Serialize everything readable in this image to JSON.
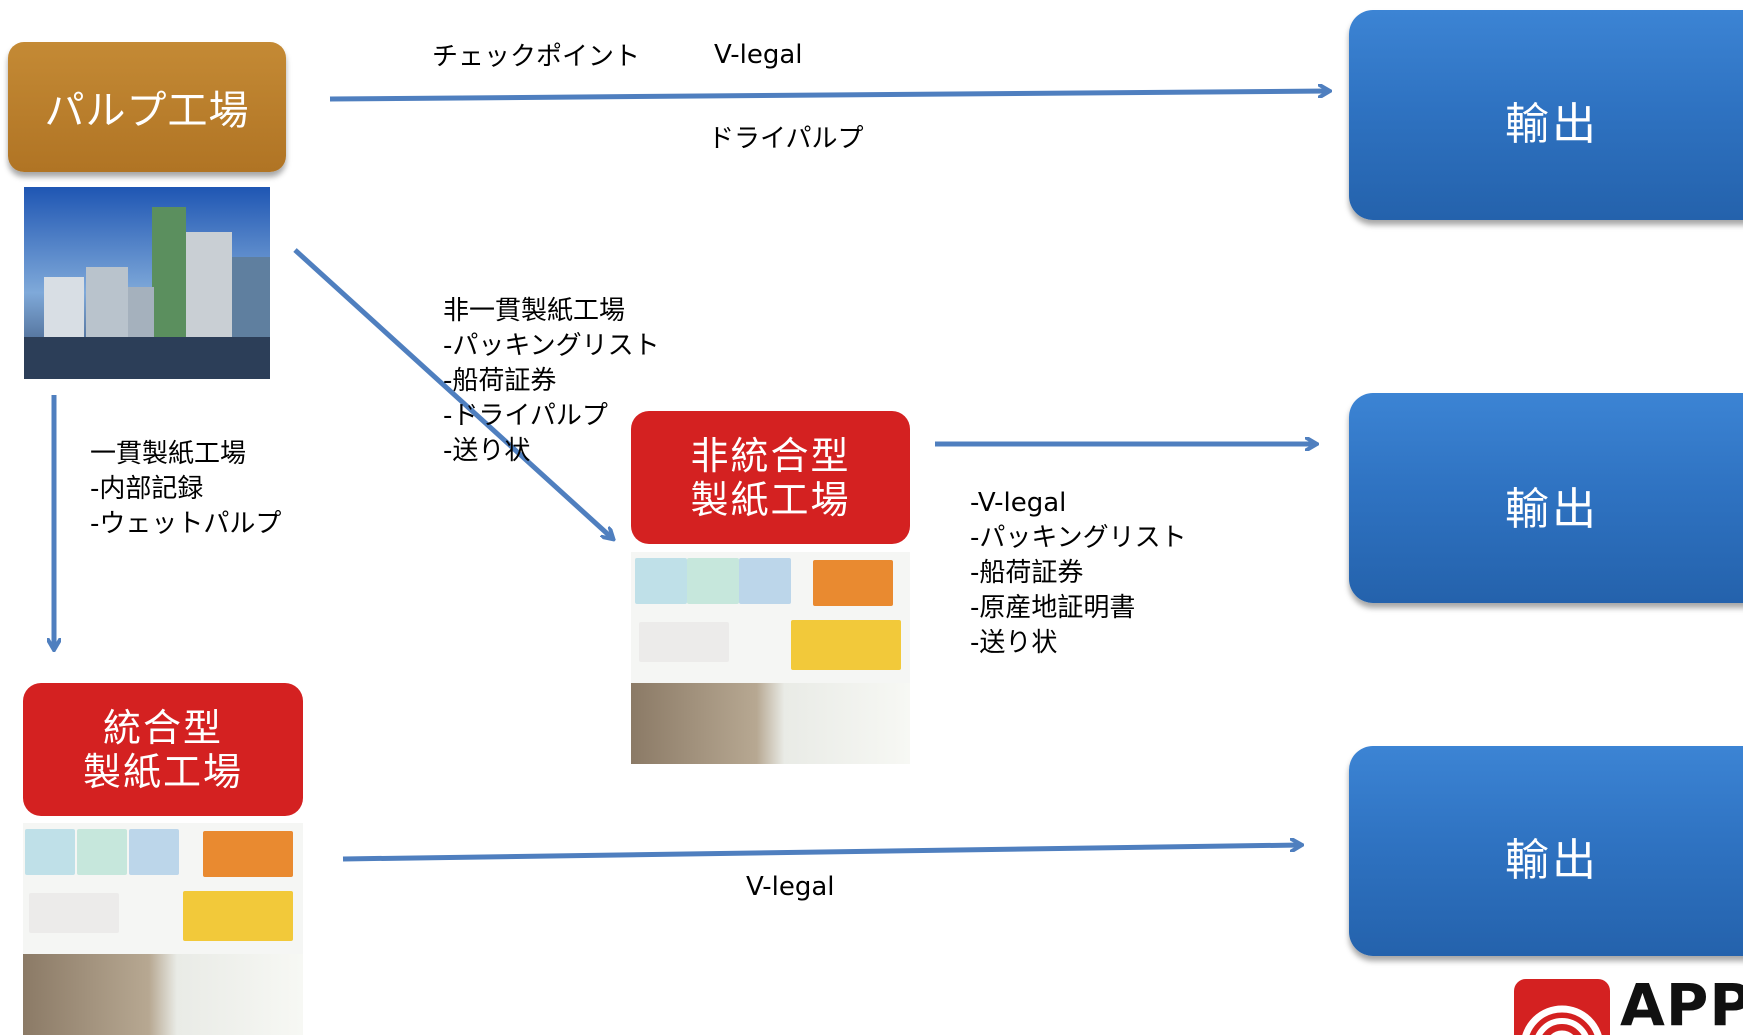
{
  "pulp_mill": {
    "label": "パルプ工場"
  },
  "integrated_mill": {
    "line1": "統合型",
    "line2": "製紙工場"
  },
  "non_integrated_mill": {
    "line1": "非統合型",
    "line2": "製紙工場"
  },
  "export_boxes": [
    {
      "label": "輸出"
    },
    {
      "label": "輸出"
    },
    {
      "label": "輸出"
    }
  ],
  "top_flow": {
    "checkpoint": "チェックポイント",
    "vlegal": "V-legal",
    "product": "ドライパルプ"
  },
  "integrated_flow": {
    "lines": [
      "一貫製紙工場",
      "-内部記録",
      "-ウェットパルプ"
    ]
  },
  "non_integrated_flow": {
    "lines": [
      "非一貫製紙工場",
      "-パッキングリスト",
      "-船荷証券",
      "-ドライパルプ",
      "-送り状"
    ]
  },
  "non_integrated_export": {
    "lines": [
      "-V-legal",
      "-パッキングリスト",
      "-船荷証券",
      "-原産地証明書",
      "-送り状"
    ]
  },
  "integrated_export": {
    "vlegal": "V-legal"
  },
  "logo": {
    "text": "APP"
  },
  "colors": {
    "pulp_box": "#b87a2b",
    "mill_box": "#d42121",
    "export_box": "#2f73c2",
    "arrow": "#4f7fbf"
  }
}
